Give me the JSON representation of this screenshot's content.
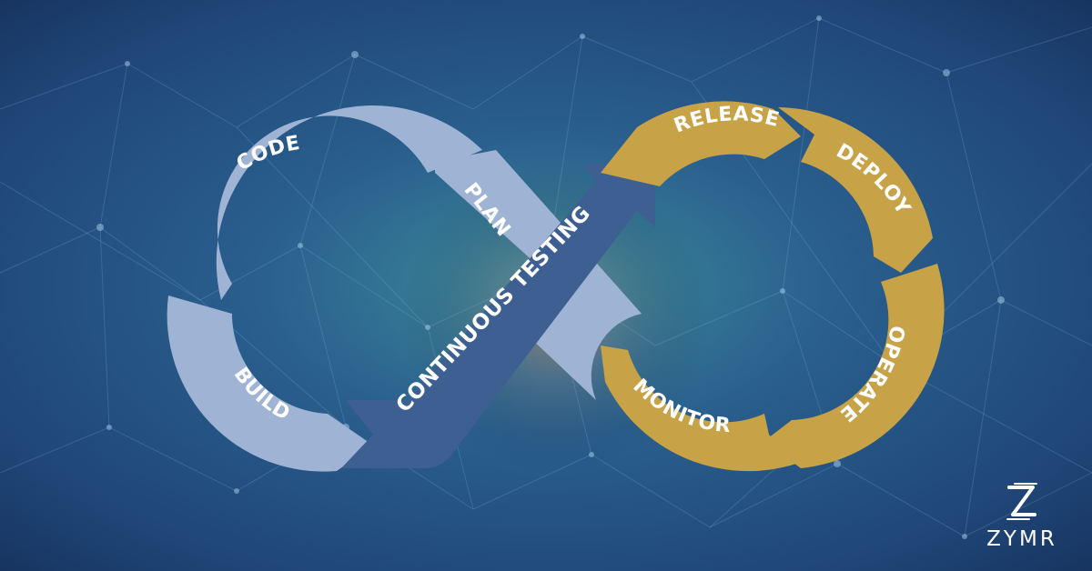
{
  "brand": {
    "name": "ZYMR",
    "logo_icon": "zymr-z-mark-icon"
  },
  "colors": {
    "background": "#1c3f6e",
    "left_loop": "#9fb3d4",
    "right_loop": "#c7a246",
    "center_arrow": "#3e5f91",
    "text": "#ffffff"
  },
  "diagram": {
    "left_loop": {
      "segments": [
        "CODE",
        "BUILD",
        "PLAN"
      ]
    },
    "center": {
      "label": "CONTINUOUS TESTING"
    },
    "right_loop": {
      "segments": [
        "RELEASE",
        "DEPLOY",
        "OPERATE",
        "MONITOR"
      ]
    }
  }
}
